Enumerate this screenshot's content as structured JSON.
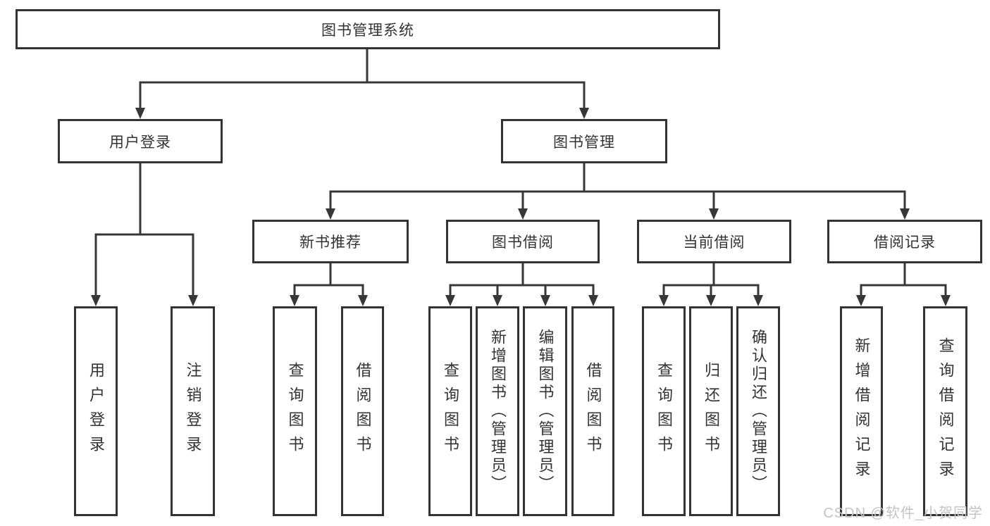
{
  "diagram": {
    "root": {
      "label": "图书管理系统"
    },
    "level2": [
      {
        "label": "用户登录"
      },
      {
        "label": "图书管理"
      }
    ],
    "level3": [
      {
        "label": "新书推荐"
      },
      {
        "label": "图书借阅"
      },
      {
        "label": "当前借阅"
      },
      {
        "label": "借阅记录"
      }
    ],
    "leaves": {
      "user_login": [
        {
          "label": "用户登录"
        },
        {
          "label": "注销登录"
        }
      ],
      "new_book": [
        {
          "label": "查询图书"
        },
        {
          "label": "借阅图书"
        }
      ],
      "book_borrow": [
        {
          "label": "查询图书"
        },
        {
          "label": "新增图书（管理员）"
        },
        {
          "label": "编辑图书（管理员）"
        },
        {
          "label": "借阅图书"
        }
      ],
      "current_borrow": [
        {
          "label": "查询图书"
        },
        {
          "label": "归还图书"
        },
        {
          "label": "确认归还（管理员）"
        }
      ],
      "borrow_record": [
        {
          "label": "新增借阅记录"
        },
        {
          "label": "查询借阅记录"
        }
      ]
    }
  },
  "watermark": {
    "text": "CSDN @软件_小贺同学"
  },
  "colors": {
    "line": "#373737",
    "border": "#333333",
    "text": "#333333",
    "background": "#ffffff",
    "watermark": "#c4c4c4"
  }
}
